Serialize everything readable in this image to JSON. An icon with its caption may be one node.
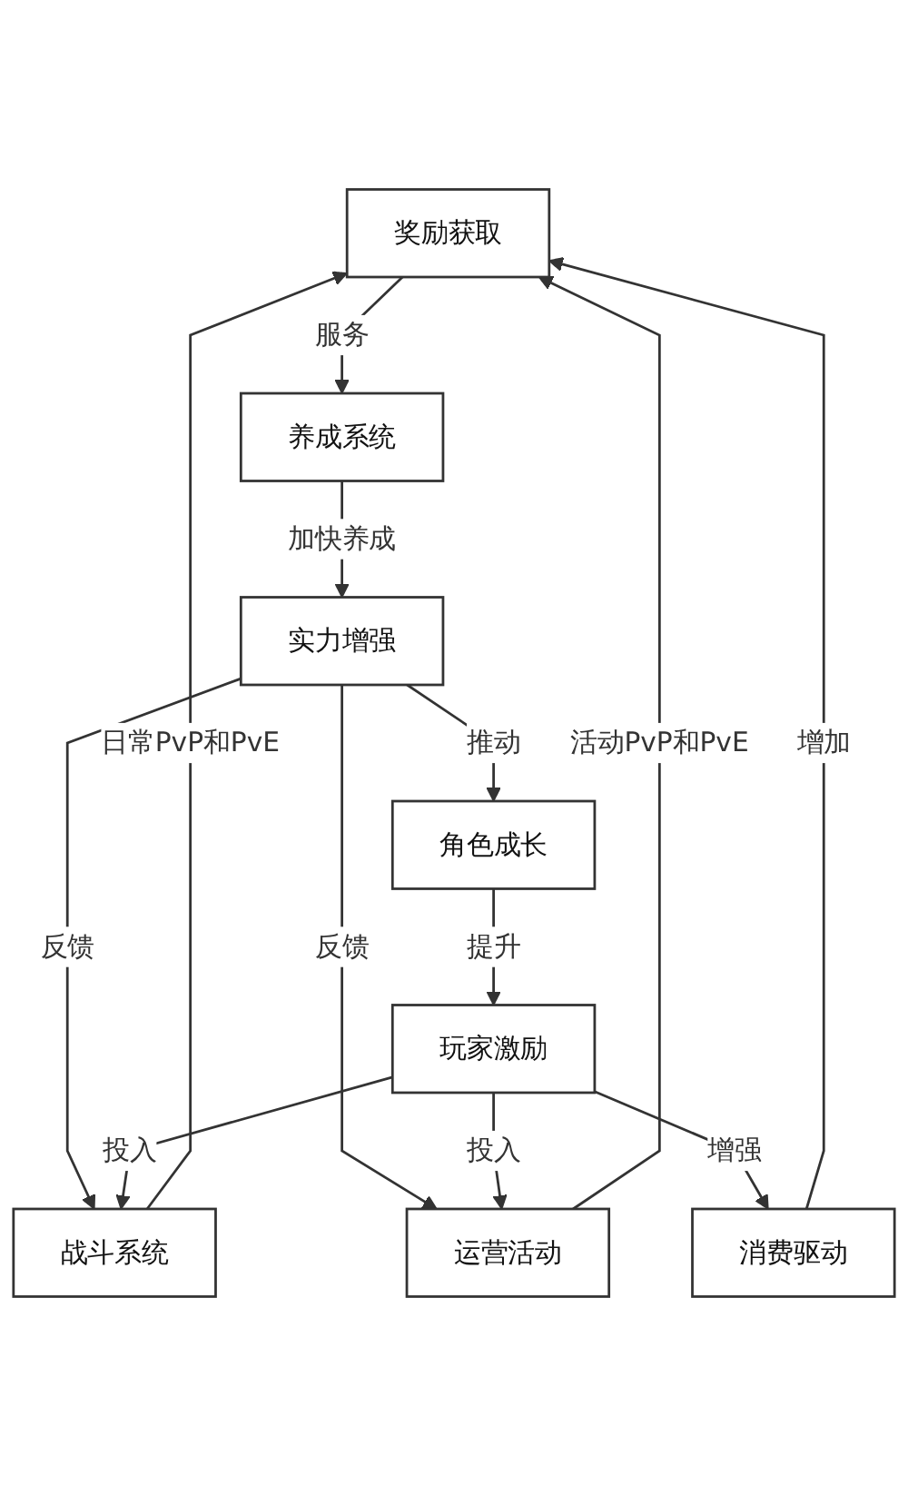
{
  "diagram": {
    "nodes": [
      {
        "text": [
          "奖励获取"
        ]
      },
      {
        "text": [
          "养成系统"
        ]
      },
      {
        "text": [
          "战斗系统"
        ]
      },
      {
        "text": [
          "实力增强"
        ]
      },
      {
        "text": [
          "运营活动"
        ]
      },
      {
        "text": [
          "角色成长"
        ]
      },
      {
        "text": [
          "玩家激励"
        ]
      },
      {
        "text": [
          "消费驱动"
        ]
      }
    ],
    "edges": [
      {
        "from": 0,
        "to": 1,
        "arrow": "to",
        "label": "服务"
      },
      {
        "from": 1,
        "to": 3,
        "arrow": "to",
        "label": "加快养成"
      },
      {
        "from": 3,
        "to": 2,
        "arrow": "to",
        "label": "反馈"
      },
      {
        "from": 3,
        "to": 4,
        "arrow": "to",
        "label": "反馈"
      },
      {
        "from": 3,
        "to": 5,
        "arrow": "to",
        "label": "推动"
      },
      {
        "from": 5,
        "to": 6,
        "arrow": "to",
        "label": "提升"
      },
      {
        "from": 6,
        "to": 2,
        "arrow": "to",
        "label": "投入"
      },
      {
        "from": 6,
        "to": 4,
        "arrow": "to",
        "label": "投入"
      },
      {
        "from": 6,
        "to": 7,
        "arrow": "to",
        "label": "增强"
      },
      {
        "from": 7,
        "to": 0,
        "arrow": "to",
        "label": "增加"
      },
      {
        "from": 2,
        "to": 0,
        "arrow": "to",
        "label": "日常PvP和PvE"
      },
      {
        "from": 4,
        "to": 0,
        "arrow": "to",
        "label": "活动PvP和PvE"
      }
    ]
  }
}
